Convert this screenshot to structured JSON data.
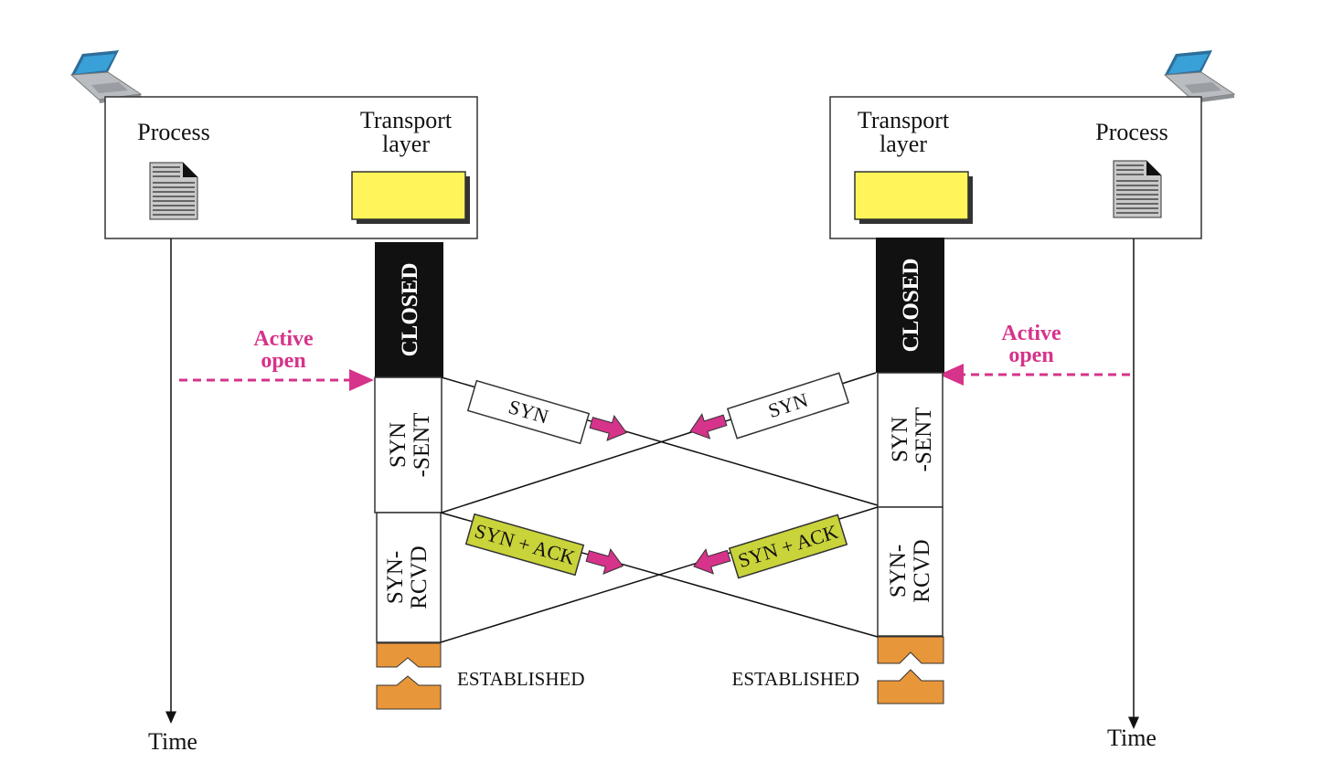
{
  "left": {
    "process_label": "Process",
    "transport_label_line1": "Transport",
    "transport_label_line2": "layer",
    "active_open_line1": "Active",
    "active_open_line2": "open",
    "time_label": "Time",
    "states": {
      "closed": "CLOSED",
      "syn_sent_line1": "SYN",
      "syn_sent_line2": "-SENT",
      "syn_rcvd_line1": "SYN-",
      "syn_rcvd_line2": "RCVD"
    },
    "established": "ESTABLISHED"
  },
  "right": {
    "process_label": "Process",
    "transport_label_line1": "Transport",
    "transport_label_line2": "layer",
    "active_open_line1": "Active",
    "active_open_line2": "open",
    "time_label": "Time",
    "states": {
      "closed": "CLOSED",
      "syn_sent_line1": "SYN",
      "syn_sent_line2": "-SENT",
      "syn_rcvd_line1": "SYN-",
      "syn_rcvd_line2": "RCVD"
    },
    "established": "ESTABLISHED"
  },
  "messages": {
    "syn_left": "SYN",
    "syn_right": "SYN",
    "synack_left": "SYN + ACK",
    "synack_right": "SYN + ACK"
  },
  "colors": {
    "accent_pink": "#d6338a",
    "transport_yellow": "#fff55a",
    "synack_green": "#c9d33a",
    "established_orange": "#e8963a",
    "closed_black": "#111111",
    "laptop_blue": "#3aa0d8"
  },
  "icons": [
    "laptop-icon",
    "document-icon",
    "arrow-icon"
  ]
}
